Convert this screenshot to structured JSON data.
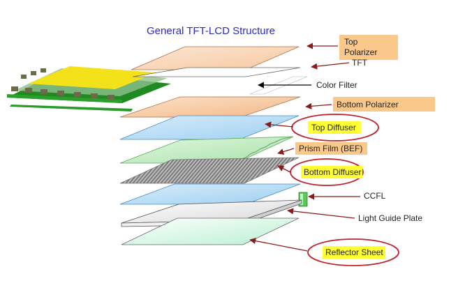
{
  "title": "General TFT-LCD Structure",
  "labels": {
    "top_polarizer_line1": "Top",
    "top_polarizer_line2": "Polarizer",
    "tft": "TFT",
    "color_filter": "Color Filter",
    "bottom_polarizer": "Bottom Polarizer",
    "top_diffuser": "Top Diffuser",
    "prism_film": "Prism Film (BEF)",
    "bottom_diffuser": "Bottom Diffuser",
    "ccfl": "CCFL",
    "light_guide_plate": "Light Guide Plate",
    "reflector_sheet": "Reflector Sheet"
  },
  "colors": {
    "title": "#2a2ad0",
    "orange_box": "#f9c88a",
    "yellow_box": "#ffff33",
    "circle": "#c0202a",
    "arrow": "#8b1a1a",
    "polarizer_layer": "#fbe0c6",
    "diffuser_layer": "#bfe0f5",
    "prism_layer": "#c8efc8",
    "tft_board": "#f0e020",
    "pcb_green": "#2aa02a"
  }
}
